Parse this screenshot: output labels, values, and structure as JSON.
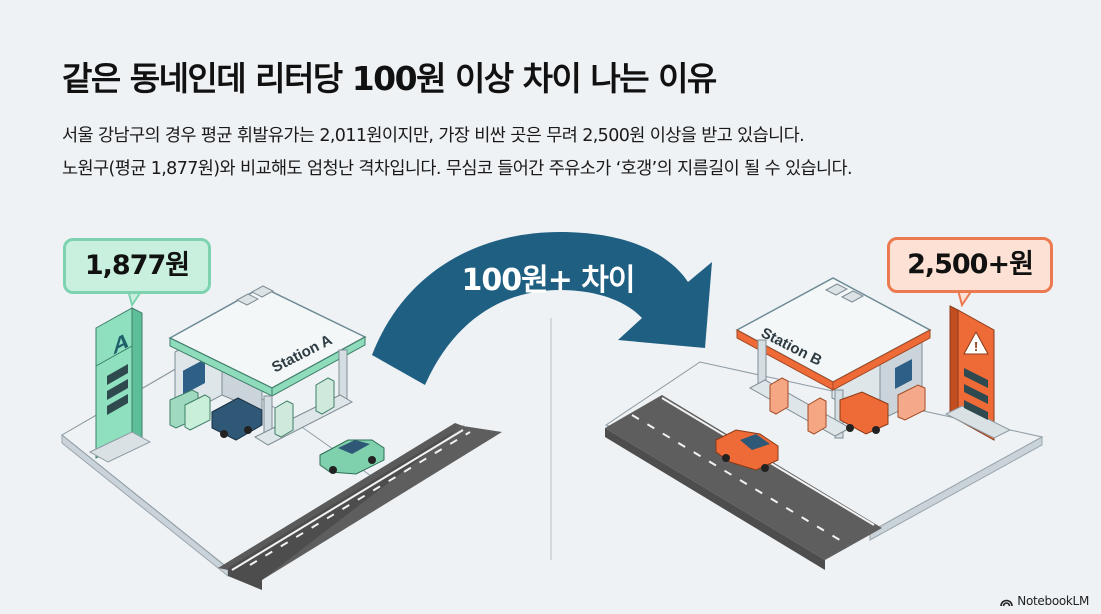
{
  "title": "같은 동네인데 리터당 100원 이상 차이 나는 이유",
  "description": {
    "line1": "서울 강남구의 경우 평균 휘발유가는 2,011원이지만, 가장 비싼 곳은 무려 2,500원 이상을 받고 있습니다.",
    "line2": "노원구(평균 1,877원)와 비교해도 엄청난 격차입니다. 무심코 들어간 주유소가 ‘호갱’의 지름길이 될 수 있습니다."
  },
  "station_a": {
    "price_label": "1,877원",
    "sign_letter": "A",
    "canopy_label": "Station A",
    "color": "#7fd6b3",
    "color_dark": "#3f9e7c"
  },
  "station_b": {
    "price_label": "2,500+원",
    "sign_icon": "warning-icon",
    "canopy_label": "Station B",
    "color": "#ee6a36",
    "color_dark": "#c24d20"
  },
  "arrow": {
    "label": "100원+ 차이",
    "color": "#1f5f82"
  },
  "footer": {
    "brand": "NotebookLM"
  }
}
